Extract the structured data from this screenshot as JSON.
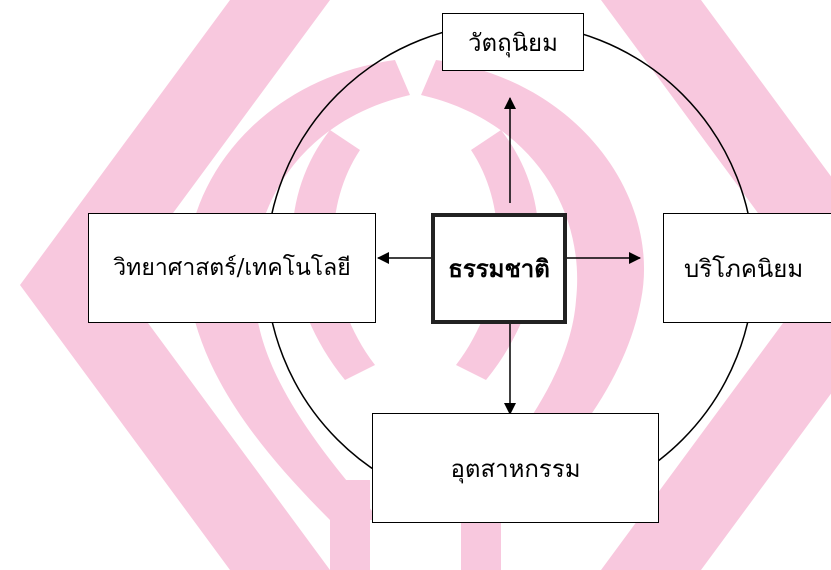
{
  "colors": {
    "watermark": "#f8c8de",
    "lines": "#000000"
  },
  "watermark": {
    "icon": "pink-stylized-emblem-watermark"
  },
  "nodes": {
    "center": "ธรรมชาติ",
    "top": "วัตถุนิยม",
    "left": "วิทยาศาสตร์/เทคโนโลยี",
    "right": "บริโภคนิยม",
    "bottom": "อุตสาหกรรม"
  }
}
